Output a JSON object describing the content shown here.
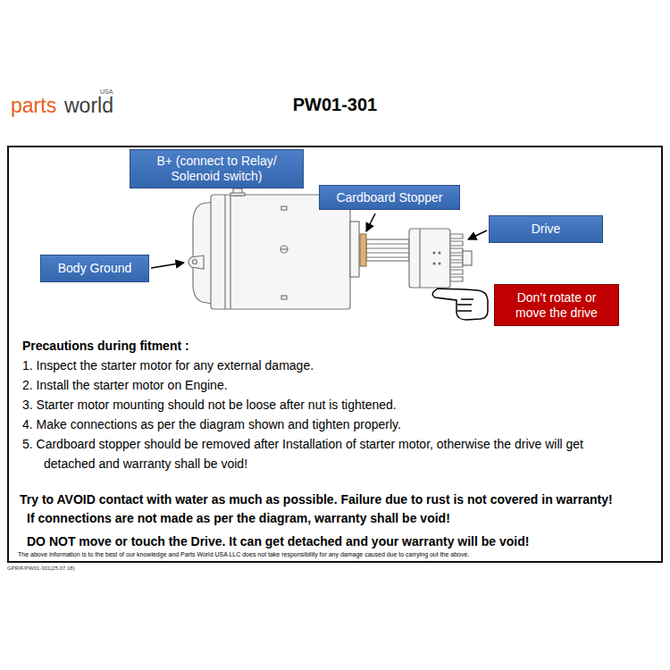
{
  "diagram": {
    "title": "PW01-301",
    "nodes": [
      {
        "text": [
          "Precautions during fitment :",
          "1. Inspect the starter motor for any external damage.",
          "2. Install the starter motor on Engine.",
          "3. Starter motor mounting should not be loose after nut is tightened.",
          "4. Make connections as per the diagram shown and tighten properly.",
          "5. Cardboard stopper should be removed after Installation of starter motor, otherwise the drive will get detached and warranty shall be void!",
          "Try to AVOID contact with water as much as possible. Failure due to rust is not covered in warranty!",
          "If connections are not made as per the diagram, warranty shall be void!",
          "DO NOT move or touch the Drive. It can get detached and your warranty will be void!",
          "The above information is to the best of our knowledge and Parts World USA LLC does not take responsibility for any damage caused due to carrying out the above."
        ]
      },
      {
        "text": [
          "B+ (connect to Relay/ Solenoid switch)"
        ],
        "in": 0
      },
      {
        "text": [
          "Cardboard Stopper"
        ],
        "in": 0
      },
      {
        "text": [
          "Drive"
        ],
        "in": 0
      },
      {
        "text": [
          "Body Ground"
        ],
        "in": 0
      },
      {
        "text": [
          "Don’t rotate or move the drive"
        ],
        "in": 0
      }
    ],
    "labels": [
      "parts",
      "world",
      "USA",
      "GPR/F/PW01-301(25.07.18)"
    ]
  }
}
